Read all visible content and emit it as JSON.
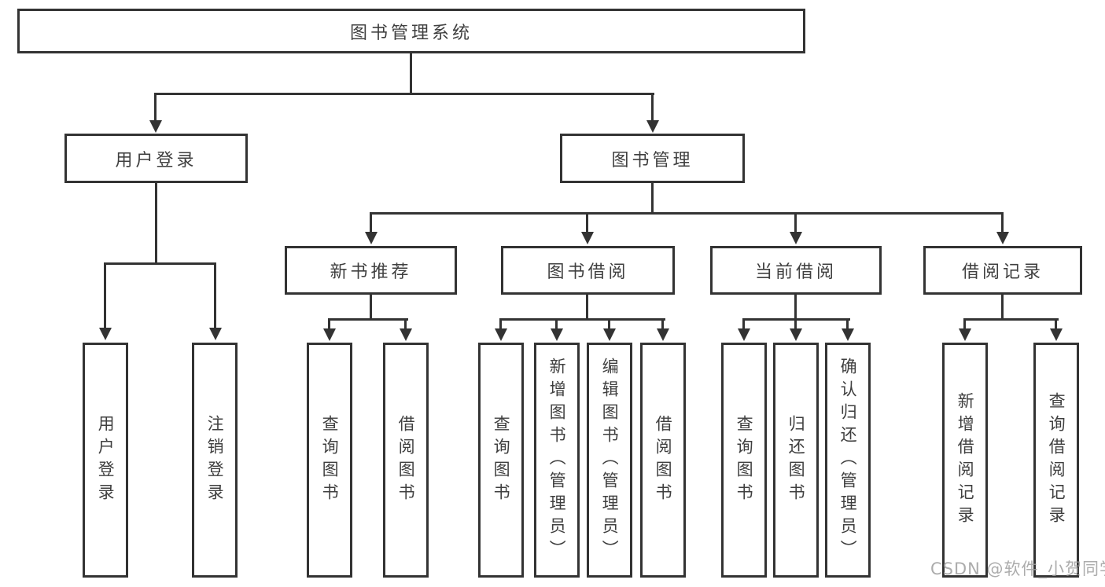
{
  "diagram_title": "图书管理系统",
  "tree": {
    "root": {
      "label": "图书管理系统"
    },
    "children": [
      {
        "label": "用户登录",
        "children": [
          {
            "label": "用户登录"
          },
          {
            "label": "注销登录"
          }
        ]
      },
      {
        "label": "图书管理",
        "children": [
          {
            "label": "新书推荐",
            "children": [
              {
                "label": "查询图书"
              },
              {
                "label": "借阅图书"
              }
            ]
          },
          {
            "label": "图书借阅",
            "children": [
              {
                "label": "查询图书"
              },
              {
                "label": "新增图书（管理员）"
              },
              {
                "label": "编辑图书（管理员）"
              },
              {
                "label": "借阅图书"
              }
            ]
          },
          {
            "label": "当前借阅",
            "children": [
              {
                "label": "查询图书"
              },
              {
                "label": "归还图书"
              },
              {
                "label": "确认归还（管理员）"
              }
            ]
          },
          {
            "label": "借阅记录",
            "children": [
              {
                "label": "新增借阅记录"
              },
              {
                "label": "查询借阅记录"
              }
            ]
          }
        ]
      }
    ]
  },
  "watermark": {
    "text": "CSDN @软件_小贺同学",
    "color": "#9e9e9e"
  },
  "colors": {
    "line": "#333333",
    "box_border": "#333333",
    "box_fill": "#ffffff",
    "text": "#3f3f3f",
    "background": "#ffffff"
  }
}
